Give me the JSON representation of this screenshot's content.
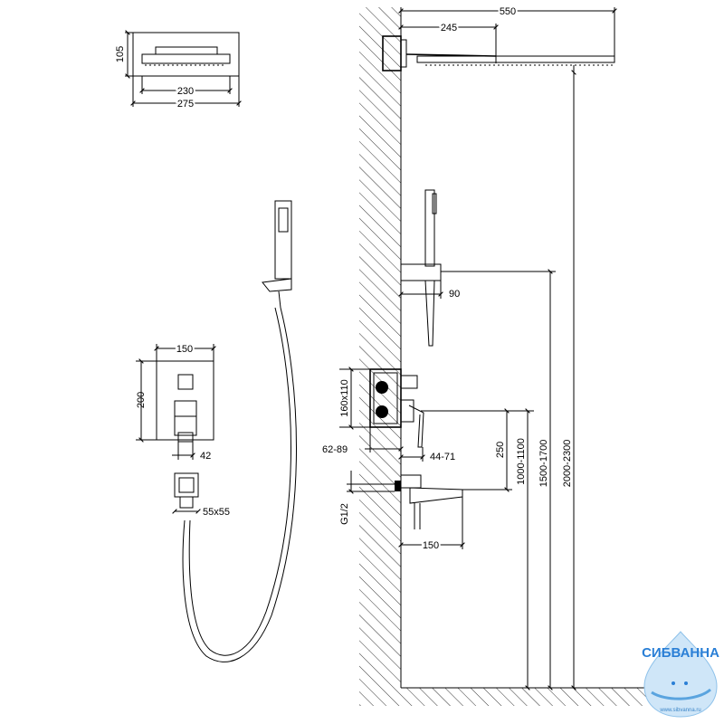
{
  "dimensions": {
    "overhead_depth": "105",
    "overhead_inner_width": "230",
    "overhead_outer_width": "275",
    "arm_length_total": "550",
    "arm_to_outlet": "245",
    "holder_projection": "90",
    "mixer_box": "160x110",
    "box_depth": "62-89",
    "lever_projection": "44-71",
    "mixer_to_spout": "250",
    "spout_length": "150",
    "thread": "G1/2",
    "mixer_height": "1000-1100",
    "holder_height": "1500-1700",
    "head_height": "2000-2300",
    "plate_width": "150",
    "plate_height": "200",
    "lever_width": "42",
    "elbow_size": "55x55"
  },
  "watermark": {
    "brand": "СИБВАННА",
    "url": "www.sibvanna.ru",
    "color": "#2a7fd6"
  }
}
